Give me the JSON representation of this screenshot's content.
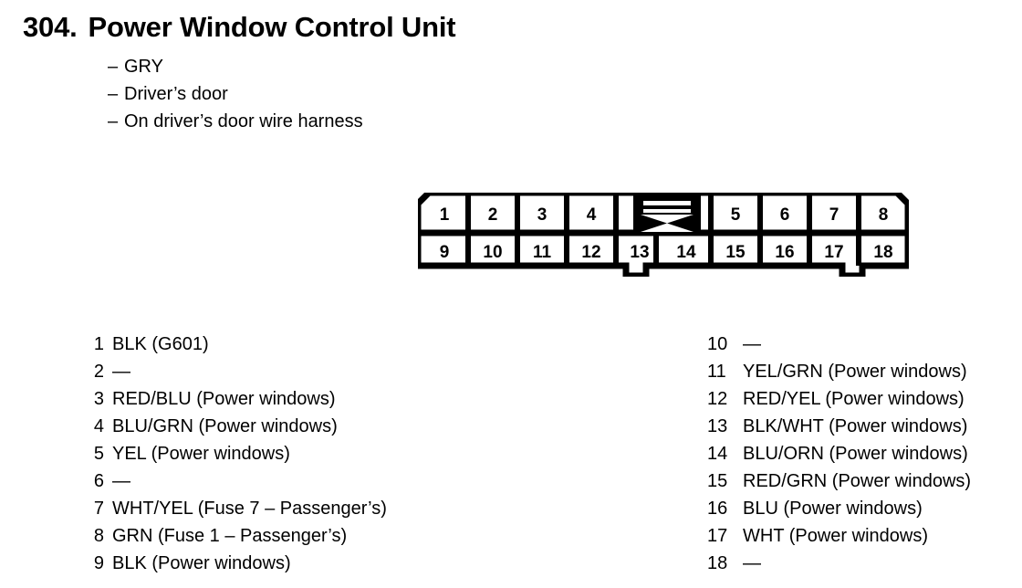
{
  "header": {
    "number": "304.",
    "title": "Power Window Control Unit",
    "specs": [
      {
        "dash": "–",
        "text": "GRY"
      },
      {
        "dash": "–",
        "text": "Driver’s door"
      },
      {
        "dash": "–",
        "text": "On driver’s door wire harness"
      }
    ]
  },
  "connector": {
    "name": "18-pin connector",
    "top_row": [
      "1",
      "2",
      "3",
      "4",
      "5",
      "6",
      "7",
      "8"
    ],
    "bottom_row": [
      "9",
      "10",
      "11",
      "12",
      "13",
      "14",
      "15",
      "16",
      "17",
      "18"
    ],
    "latch": "latch-bowtie",
    "outline_color": "#000000",
    "fill_color": "#ffffff"
  },
  "pins_left": [
    {
      "id": "1",
      "desc": "BLK (G601)"
    },
    {
      "id": "2",
      "desc": "—"
    },
    {
      "id": "3",
      "desc": "RED/BLU (Power windows)"
    },
    {
      "id": "4",
      "desc": "BLU/GRN (Power windows)"
    },
    {
      "id": "5",
      "desc": "YEL (Power windows)"
    },
    {
      "id": "6",
      "desc": "—"
    },
    {
      "id": "7",
      "desc": "WHT/YEL (Fuse 7 – Passenger’s)"
    },
    {
      "id": "8",
      "desc": "GRN (Fuse 1 – Passenger’s)"
    },
    {
      "id": "9",
      "desc": "BLK (Power windows)"
    }
  ],
  "pins_right": [
    {
      "id": "10",
      "desc": "—"
    },
    {
      "id": "11",
      "desc": "YEL/GRN (Power windows)"
    },
    {
      "id": "12",
      "desc": "RED/YEL (Power windows)"
    },
    {
      "id": "13",
      "desc": "BLK/WHT (Power windows)"
    },
    {
      "id": "14",
      "desc": "BLU/ORN (Power windows)"
    },
    {
      "id": "15",
      "desc": "RED/GRN (Power windows)"
    },
    {
      "id": "16",
      "desc": "BLU (Power windows)"
    },
    {
      "id": "17",
      "desc": "WHT (Power windows)"
    },
    {
      "id": "18",
      "desc": "—"
    }
  ]
}
